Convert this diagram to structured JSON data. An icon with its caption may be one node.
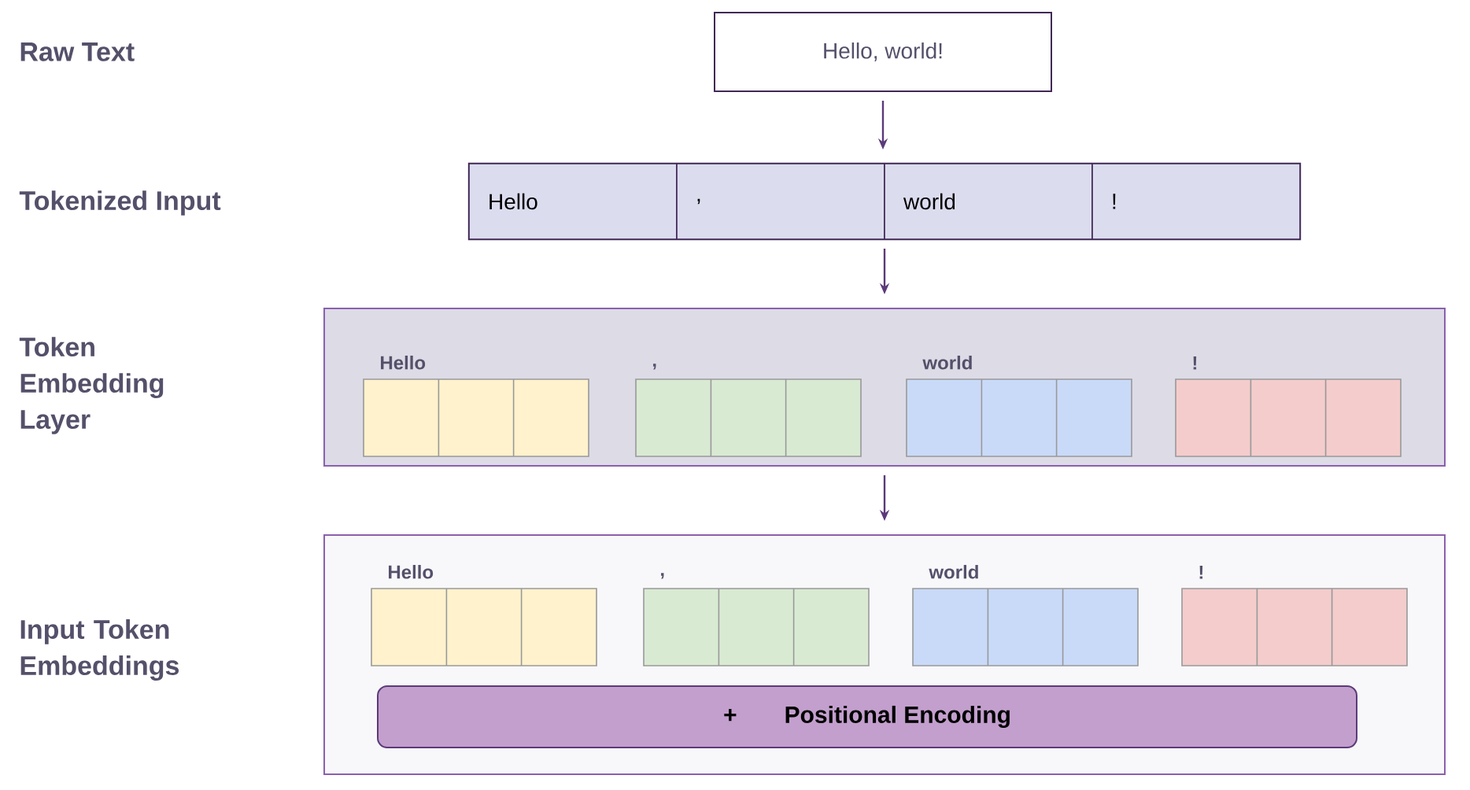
{
  "diagram": {
    "nodes": [
      {
        "text": [
          "Hello, world!"
        ]
      },
      {
        "text": [],
        "shape": "box"
      },
      {
        "text": [
          "Hello"
        ],
        "in": 1
      },
      {
        "text": [
          ","
        ],
        "in": 1
      },
      {
        "text": [
          "world"
        ],
        "in": 1
      },
      {
        "text": [
          "!"
        ],
        "in": 1
      },
      {
        "text": [],
        "shape": "box"
      },
      {
        "text": [
          "Hello"
        ],
        "in": 6
      },
      {
        "text": [
          ","
        ],
        "in": 6
      },
      {
        "text": [
          "world"
        ],
        "in": 6
      },
      {
        "text": [
          "!"
        ],
        "in": 6
      },
      {
        "text": [],
        "shape": "box"
      },
      {
        "text": [
          "Hello"
        ],
        "in": 11
      },
      {
        "text": [
          ","
        ],
        "in": 11
      },
      {
        "text": [
          "world"
        ],
        "in": 11
      },
      {
        "text": [
          "!"
        ],
        "in": 11
      },
      {
        "text": [
          "+",
          "Positional Encoding"
        ],
        "in": 11
      }
    ],
    "edges": [
      {
        "from": 0,
        "to": 1,
        "arrow": "to"
      },
      {
        "from": 1,
        "to": 6,
        "arrow": "to"
      },
      {
        "from": 6,
        "to": 11,
        "arrow": "to"
      }
    ],
    "labels": [
      "Raw Text",
      "Tokenized Input",
      "Token Embedding Layer",
      "Input Token Embeddings"
    ]
  }
}
